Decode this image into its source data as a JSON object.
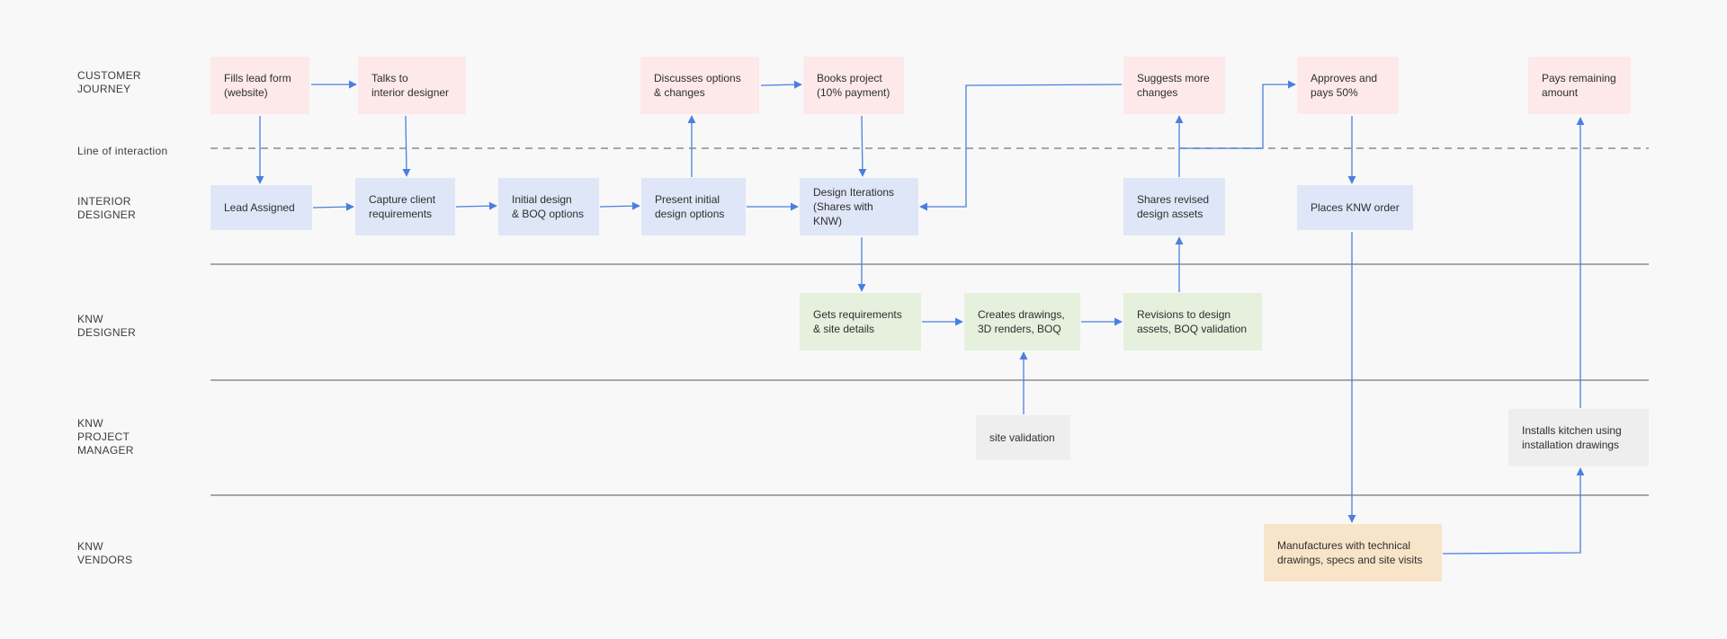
{
  "lanes": [
    {
      "label": "CUSTOMER\nJOURNEY"
    },
    {
      "label": "Line of interaction"
    },
    {
      "label": "INTERIOR\nDESIGNER"
    },
    {
      "label": "KNW\nDESIGNER"
    },
    {
      "label": "KNW\nPROJECT\nMANAGER"
    },
    {
      "label": "KNW\nVENDORS"
    }
  ],
  "nodes": {
    "fills_lead_form": "Fills lead form\n(website)",
    "talks_to_designer": "Talks to\ninterior designer",
    "discusses_options": "Discusses options\n& changes",
    "books_project": "Books project\n(10% payment)",
    "suggests_changes": "Suggests more\nchanges",
    "approves_pays": "Approves and\npays 50%",
    "pays_remaining": "Pays remaining\namount",
    "lead_assigned": "Lead Assigned",
    "capture_requirements": "Capture client\nrequirements",
    "initial_design": "Initial design\n& BOQ options",
    "present_initial": "Present initial\ndesign options",
    "design_iterations": "Design Iterations\n(Shares with KNW)",
    "shares_revised": "Shares revised\ndesign assets",
    "places_order": "Places KNW order",
    "gets_requirements": "Gets requirements\n& site details",
    "creates_drawings": "Creates drawings,\n3D renders, BOQ",
    "revisions": "Revisions to design\nassets, BOQ validation",
    "site_validation": "site validation",
    "installs_kitchen": "Installs kitchen using\ninstallation drawings",
    "manufactures": "Manufactures with technical\ndrawings, specs and site visits"
  },
  "colors": {
    "customer": "#fde9ea",
    "interior_designer": "#dfe6f7",
    "knw_designer": "#e5f0dd",
    "project_manager": "#eeeeee",
    "vendors": "#f8e4c8",
    "arrow": "#4a7fe0",
    "divider": "#8c8c8c"
  }
}
